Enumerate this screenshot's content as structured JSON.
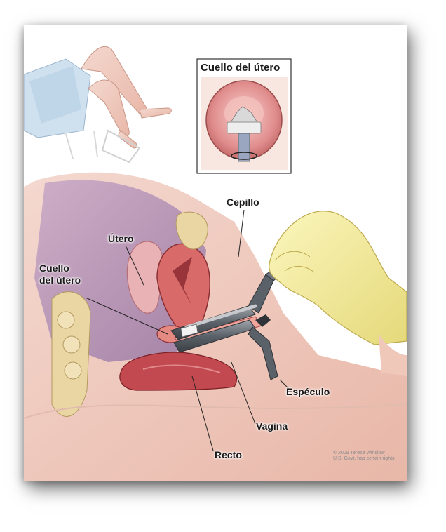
{
  "inset": {
    "title": "Cuello del útero"
  },
  "labels": {
    "cepillo": "Cepillo",
    "utero": "Útero",
    "cuello_line1": "Cuello",
    "cuello_line2": "del útero",
    "especulo": "Espéculo",
    "vagina": "Vagina",
    "recto": "Recto"
  },
  "credit": {
    "line1": "© 2009 Terese Winslow",
    "line2": "U.S. Govt. has certain rights"
  }
}
